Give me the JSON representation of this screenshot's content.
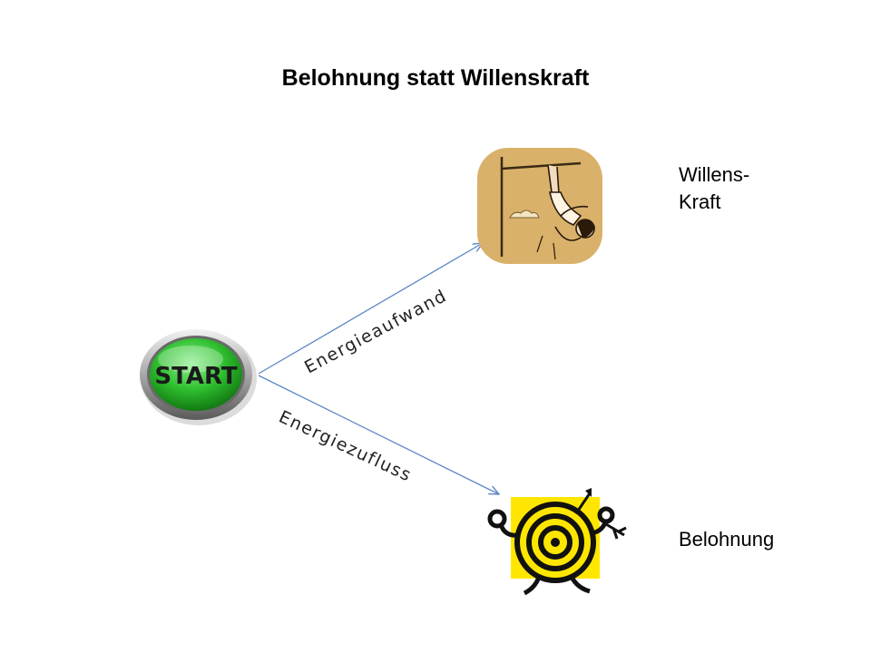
{
  "title": "Belohnung statt Willenskraft",
  "start_label": "START",
  "upper_target": {
    "label_line1": "Willens-",
    "label_line2": "Kraft",
    "icon": "pull-up-athlete-illustration"
  },
  "lower_target": {
    "label": "Belohnung",
    "icon": "target-character-illustration"
  },
  "arrows": {
    "upper_label": "Energieaufwand",
    "lower_label": "Energiezufluss"
  },
  "colors": {
    "arrow": "#5b87c5",
    "start_green": "#2fbf2f",
    "illustration_tan": "#d9b16a",
    "target_yellow": "#ffe600"
  }
}
